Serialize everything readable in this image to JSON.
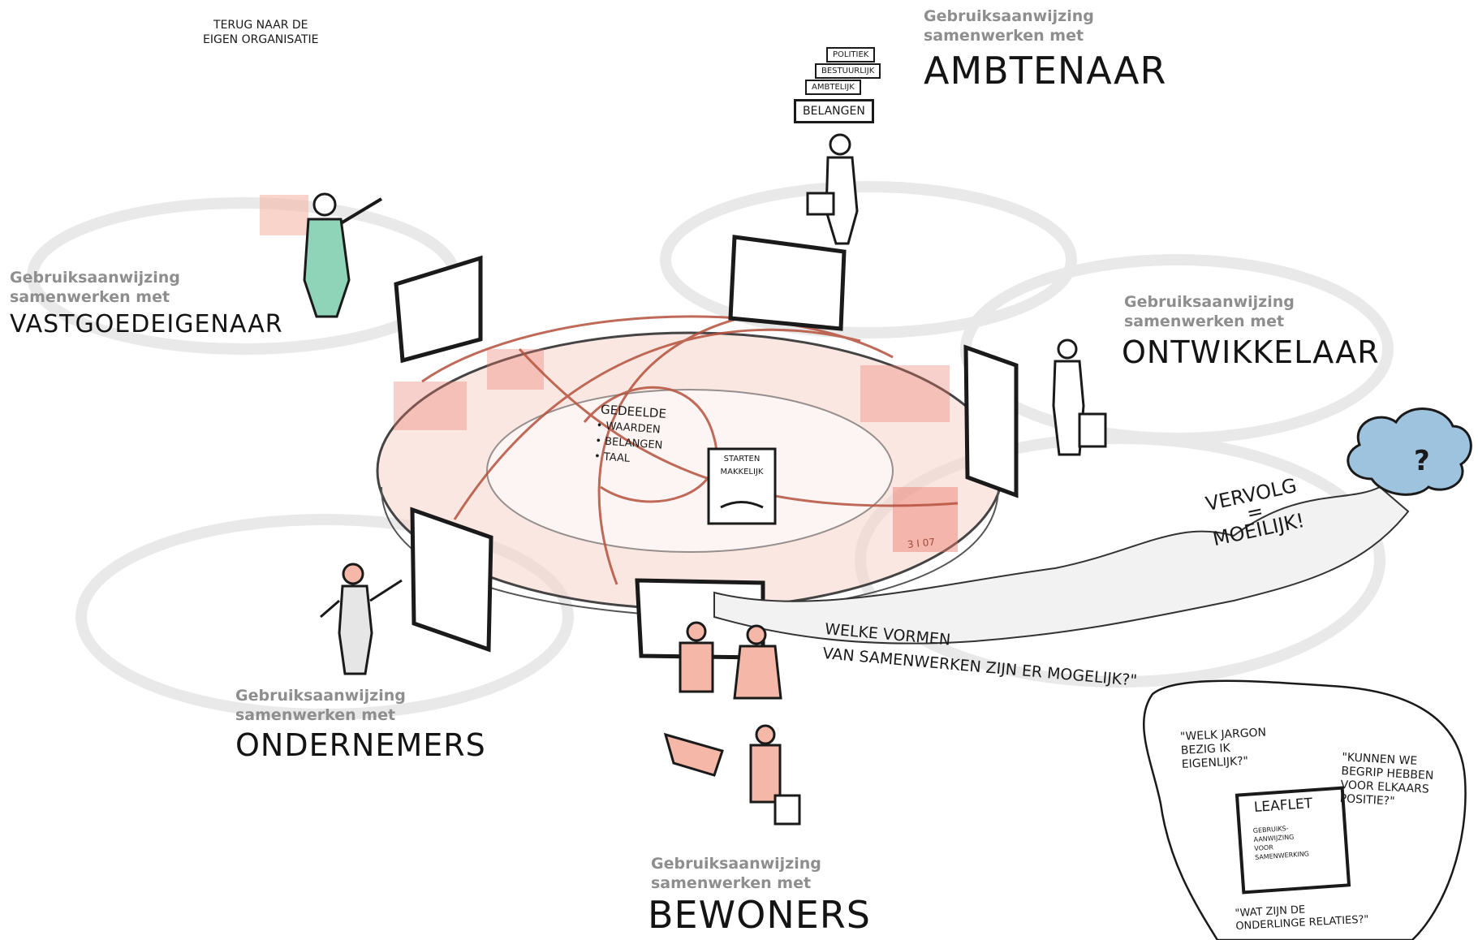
{
  "caption_common": "Gebruiksaanwijzing\nsamenwerken met",
  "stakeholders": {
    "ambtenaar": {
      "sub": "Gebruiksaanwijzing\nsamenwerken met",
      "title": "AMBTENAAR"
    },
    "vastgoedeigenaar": {
      "sub": "Gebruiksaanwijzing\nsamenwerken met",
      "title": "VASTGOEDEIGENAAR"
    },
    "ontwikkelaar": {
      "sub": "Gebruiksaanwijzing\nsamenwerken met",
      "title": "ONTWIKKELAAR"
    },
    "ondernemers": {
      "sub": "Gebruiksaanwijzing\nsamenwerken met",
      "title": "ONDERNEMERS"
    },
    "bewoners": {
      "sub": "Gebruiksaanwijzing\nsamenwerken met",
      "title": "BEWONERS"
    }
  },
  "org_note": "TERUG NAAR DE\nEIGEN ORGANISATIE",
  "belangen_stack": [
    "POLITIEK",
    "BESTUURLIJK",
    "AMBTELIJK",
    "BELANGEN"
  ],
  "center": {
    "title": "GEDEELDE",
    "items": [
      "• WAARDEN",
      "• BELANGEN",
      "• TAAL"
    ]
  },
  "start_sign": "STARTEN\nMAKKELIJK",
  "vervolg": "VERVOLG\n=\nMOEILIJK!",
  "cloud_mark": "?",
  "question": "WELKE VORMEN\nVAN SAMENWERKEN ZIJN ER MOGELIJK?\"",
  "house_number": "3 I 07",
  "bubble": {
    "q1": "\"WELK JARGON\nBEZIG IK\nEIGENLIJK?\"",
    "q2": "\"KUNNEN WE\nBEGRIP HEBBEN\nVOOR ELKAARS\nPOSITIE?\"",
    "q3": "\"WAT ZIJN DE\nONDERLINGE RELATIES?\"",
    "leaflet_title": "LEAFLET",
    "leaflet_body": "GEBRUIKS-\nAANWIJZING\nVOOR\nSAMENWERKING"
  },
  "colors": {
    "accent_red": "#e8776a",
    "accent_green": "#8fd3b9",
    "ink": "#1a1a1a",
    "caption_grey": "#8e8e8e",
    "route_line": "#b5513d",
    "cloud_blue": "#9ec3de"
  }
}
